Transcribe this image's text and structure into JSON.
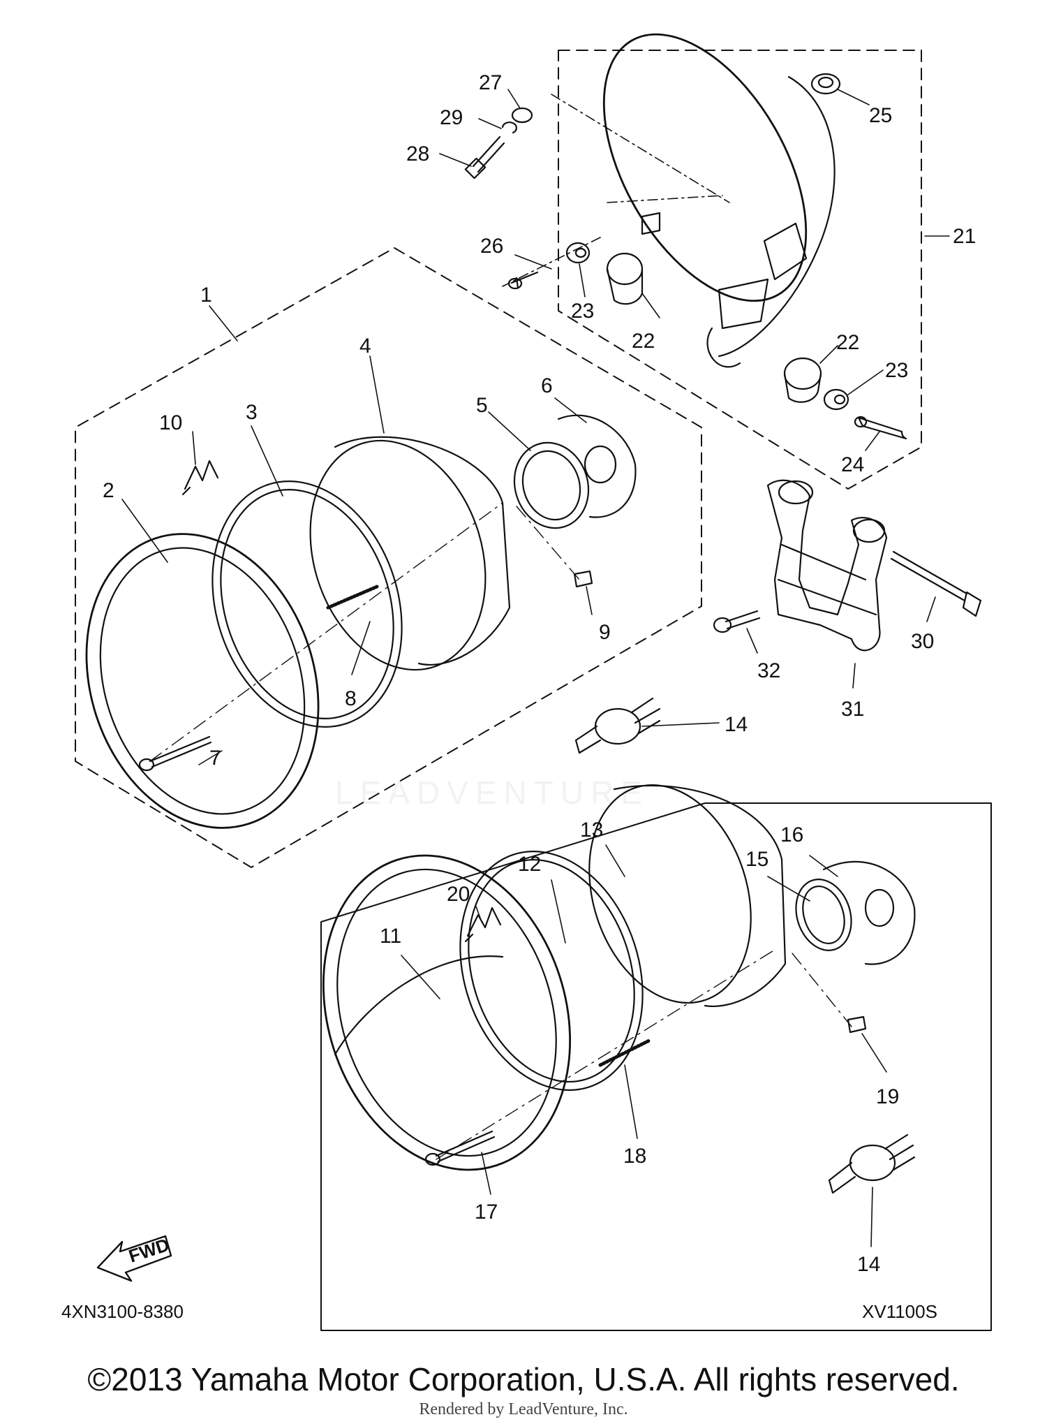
{
  "callouts": [
    {
      "id": "c1",
      "text": "1"
    },
    {
      "id": "c2",
      "text": "2"
    },
    {
      "id": "c3",
      "text": "3"
    },
    {
      "id": "c4",
      "text": "4"
    },
    {
      "id": "c5",
      "text": "5"
    },
    {
      "id": "c6",
      "text": "6"
    },
    {
      "id": "c7",
      "text": "7"
    },
    {
      "id": "c8",
      "text": "8"
    },
    {
      "id": "c9",
      "text": "9"
    },
    {
      "id": "c10",
      "text": "10"
    },
    {
      "id": "c11",
      "text": "11"
    },
    {
      "id": "c12",
      "text": "12"
    },
    {
      "id": "c13",
      "text": "13"
    },
    {
      "id": "c14a",
      "text": "14"
    },
    {
      "id": "c14b",
      "text": "14"
    },
    {
      "id": "c15",
      "text": "15"
    },
    {
      "id": "c16",
      "text": "16"
    },
    {
      "id": "c17",
      "text": "17"
    },
    {
      "id": "c18",
      "text": "18"
    },
    {
      "id": "c19",
      "text": "19"
    },
    {
      "id": "c20",
      "text": "20"
    },
    {
      "id": "c21",
      "text": "21"
    },
    {
      "id": "c22a",
      "text": "22"
    },
    {
      "id": "c22b",
      "text": "22"
    },
    {
      "id": "c23a",
      "text": "23"
    },
    {
      "id": "c23b",
      "text": "23"
    },
    {
      "id": "c24",
      "text": "24"
    },
    {
      "id": "c25",
      "text": "25"
    },
    {
      "id": "c26",
      "text": "26"
    },
    {
      "id": "c27",
      "text": "27"
    },
    {
      "id": "c28",
      "text": "28"
    },
    {
      "id": "c29",
      "text": "29"
    },
    {
      "id": "c30",
      "text": "30"
    },
    {
      "id": "c31",
      "text": "31"
    },
    {
      "id": "c32",
      "text": "32"
    }
  ],
  "labels": {
    "fwd": "FWD",
    "diagram_code": "4XN3100-8380",
    "model": "XV1100S",
    "watermark": "LEADVENTURE",
    "copyright": "©2013 Yamaha Motor Corporation, U.S.A. All rights reserved.",
    "rendered_by": "Rendered by LeadVenture, Inc."
  }
}
